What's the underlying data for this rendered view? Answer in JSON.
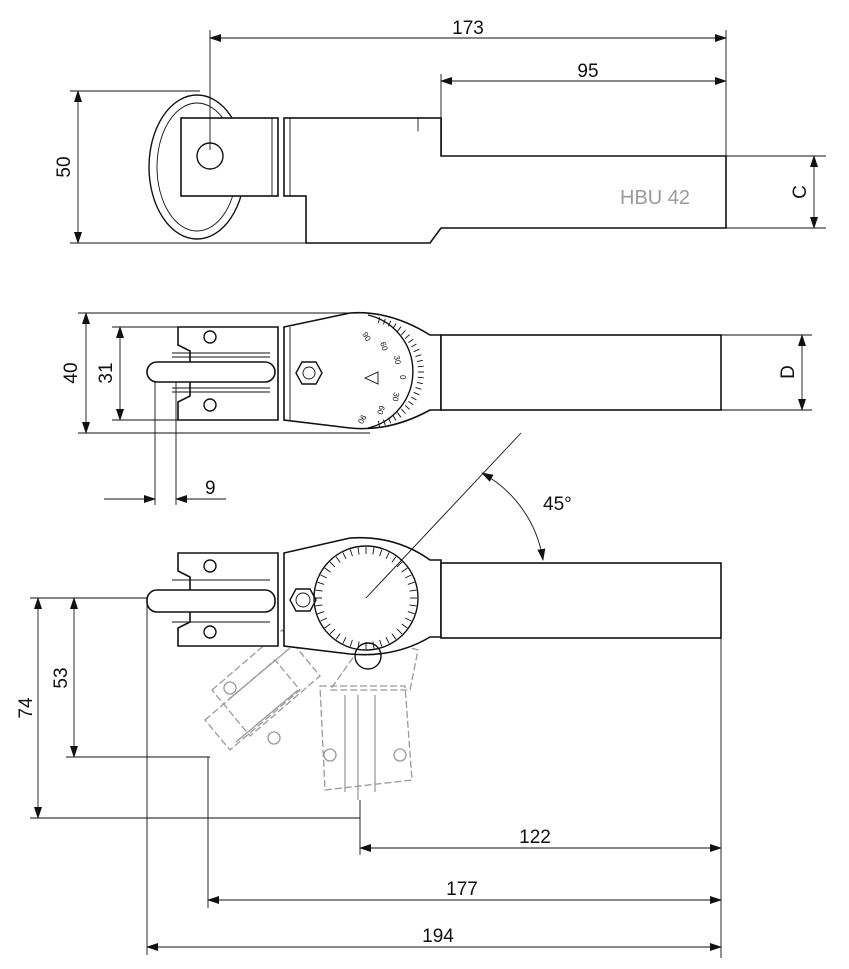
{
  "dimensions": {
    "top_total_length": "173",
    "top_shank_length": "95",
    "top_height": "50",
    "top_shank_height": "C",
    "mid_height": "40",
    "mid_head_width": "31",
    "mid_shank_height": "D",
    "mid_roller_offset": "9",
    "bottom_angle": "45°",
    "bottom_vertical_outer": "74",
    "bottom_vertical_inner": "53",
    "bottom_length_122": "122",
    "bottom_length_177": "177",
    "bottom_length_194": "194"
  },
  "marking": {
    "model": "HBU 42"
  },
  "dial_scale": {
    "labels_left": [
      "90",
      "60",
      "30",
      "0",
      "30",
      "60",
      "90"
    ]
  }
}
